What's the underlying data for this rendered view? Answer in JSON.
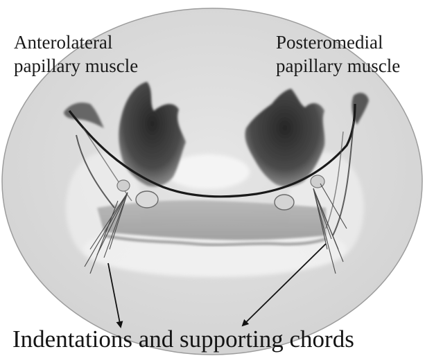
{
  "labels": {
    "anterolateral_line1": "Anterolateral",
    "anterolateral_line2": "papillary muscle",
    "posteromedial_line1": "Posteromedial",
    "posteromedial_line2": "papillary muscle",
    "bottom_caption": "Indentations and supporting chords"
  },
  "colors": {
    "background_ellipse": "#dddddd",
    "muscle": "#3a3a3a",
    "leaflet_band": "#a8a8a8",
    "text": "#1a1a1a"
  }
}
